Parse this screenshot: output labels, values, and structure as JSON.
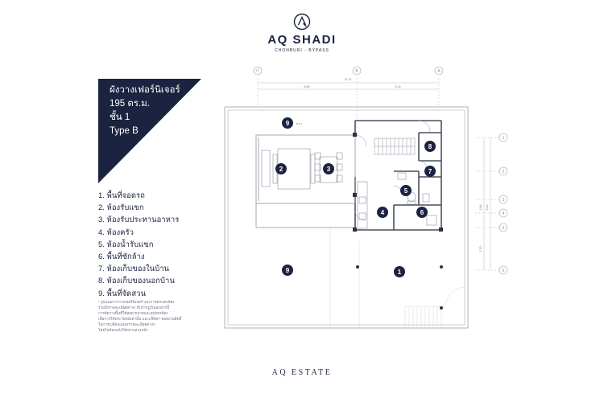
{
  "brand": {
    "name": "AQ SHADI",
    "subtitle": "CHONBURI - BYPASS",
    "footer": "AQ ESTATE"
  },
  "panel": {
    "lines": [
      "ผังวางเฟอร์นิเจอร์",
      "195 ตร.ม.",
      "ชั้น 1",
      "Type B"
    ],
    "background": "#1b2340"
  },
  "legend": [
    "1. พื้นที่จอดรถ",
    "2. ห้องรับแขก",
    "3. ห้องรับประทานอาหาร",
    "4. ห้องครัว",
    "5. ห้องน้ำรับแขก",
    "6. พื้นที่ซักล้าง",
    "7. ห้องเก็บของในบ้าน",
    "8. ห้องเก็บของนอกบ้าน",
    "9. พื้นที่จัดสวน"
  ],
  "note": [
    "* รูปแบบการวางเฟอร์นิเจอร์ และการตกแต่งห้อง",
    "รวมถึงรายละเอียดต่างๆ ที่ปรากฏในเอกสารนี้",
    "การจัดวางพื้นที่ใช้สอย ขนาดและรูปทรงห้อง",
    "เพื่อการใช้ประโยชน์เท่านั้น และบริษัทฯ ขอสงวนสิทธิ์",
    "ในการเปลี่ยนแปลงรายละเอียดต่างๆ",
    "โดยไม่ต้องแจ้งให้ทราบล่วงหน้า"
  ],
  "plan": {
    "top_grid": [
      "C",
      "B",
      "A"
    ],
    "right_grid": [
      "1",
      "2",
      "3",
      "4",
      "5",
      "6"
    ],
    "dimensions": {
      "total": "11.75",
      "left": "6.60",
      "right": "5.15",
      "v1": "1.90",
      "v2": "0.10",
      "v3": "3.70"
    },
    "garden_label": "สวน",
    "markers": [
      {
        "number": "9",
        "room": "garden-top"
      },
      {
        "number": "2",
        "room": "living-room"
      },
      {
        "number": "3",
        "room": "dining-room"
      },
      {
        "number": "8",
        "room": "outdoor-storage"
      },
      {
        "number": "7",
        "room": "indoor-storage"
      },
      {
        "number": "5",
        "room": "guest-bathroom"
      },
      {
        "number": "4",
        "room": "kitchen"
      },
      {
        "number": "6",
        "room": "laundry"
      },
      {
        "number": "9",
        "room": "garden-left"
      },
      {
        "number": "1",
        "room": "parking"
      }
    ]
  },
  "colors": {
    "navy": "#1b2340",
    "wall": "#4a4f5e",
    "outline": "#9aa0ad"
  }
}
